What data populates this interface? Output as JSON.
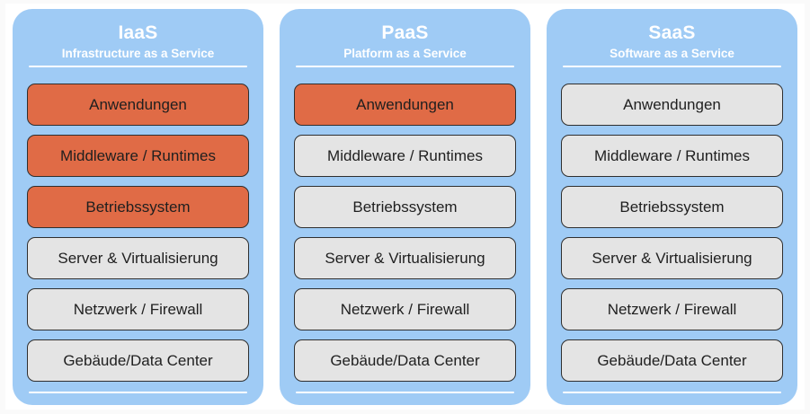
{
  "diagram": {
    "background_color": "#ffffff",
    "panel_color": "#9FCBF5",
    "provider_color": "#E06B46",
    "customer_color": "#E4E4E4",
    "border_color": "#2f2f2f",
    "layer_labels": [
      "Anwendungen",
      "Middleware / Runtimes",
      "Betriebssystem",
      "Server & Virtualisierung",
      "Netzwerk / Firewall",
      "Gebäude/Data Center"
    ],
    "panels": [
      {
        "id": "iaas",
        "title": "IaaS",
        "subtitle": "Infrastructure as a Service",
        "layers": [
          {
            "label": "Anwendungen",
            "highlight": "provider"
          },
          {
            "label": "Middleware / Runtimes",
            "highlight": "provider"
          },
          {
            "label": "Betriebssystem",
            "highlight": "provider"
          },
          {
            "label": "Server & Virtualisierung",
            "highlight": "customer"
          },
          {
            "label": "Netzwerk / Firewall",
            "highlight": "customer"
          },
          {
            "label": "Gebäude/Data Center",
            "highlight": "customer"
          }
        ]
      },
      {
        "id": "paas",
        "title": "PaaS",
        "subtitle": "Platform as a Service",
        "layers": [
          {
            "label": "Anwendungen",
            "highlight": "provider"
          },
          {
            "label": "Middleware / Runtimes",
            "highlight": "customer"
          },
          {
            "label": "Betriebssystem",
            "highlight": "customer"
          },
          {
            "label": "Server & Virtualisierung",
            "highlight": "customer"
          },
          {
            "label": "Netzwerk / Firewall",
            "highlight": "customer"
          },
          {
            "label": "Gebäude/Data Center",
            "highlight": "customer"
          }
        ]
      },
      {
        "id": "saas",
        "title": "SaaS",
        "subtitle": "Software as a Service",
        "layers": [
          {
            "label": "Anwendungen",
            "highlight": "customer"
          },
          {
            "label": "Middleware / Runtimes",
            "highlight": "customer"
          },
          {
            "label": "Betriebssystem",
            "highlight": "customer"
          },
          {
            "label": "Server & Virtualisierung",
            "highlight": "customer"
          },
          {
            "label": "Netzwerk / Firewall",
            "highlight": "customer"
          },
          {
            "label": "Gebäude/Data Center",
            "highlight": "customer"
          }
        ]
      }
    ]
  }
}
